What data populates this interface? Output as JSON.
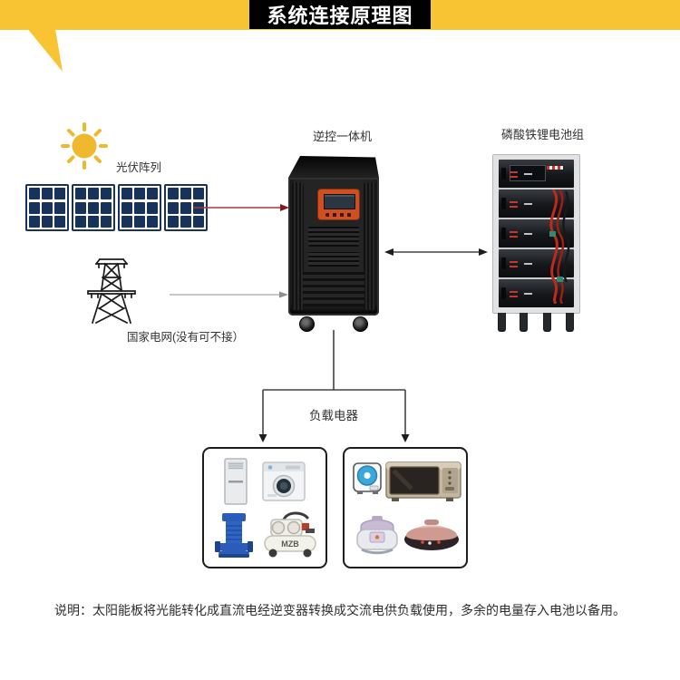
{
  "title": "系统连接原理图",
  "nodes": {
    "pv_array": {
      "label": "光伏阵列"
    },
    "grid": {
      "label": "国家电网(没有可不接）"
    },
    "inverter": {
      "label": "逆控一体机"
    },
    "battery": {
      "label": "磷酸铁锂电池组"
    },
    "load": {
      "label": "负载电器"
    }
  },
  "connections": [
    {
      "from": "pv_array",
      "to": "inverter",
      "style": "red-arrow"
    },
    {
      "from": "grid",
      "to": "inverter",
      "style": "gray-arrow"
    },
    {
      "from": "inverter",
      "to": "battery",
      "style": "double-headed-arrow"
    },
    {
      "from": "inverter",
      "to": "load_boxes",
      "style": "branching-arrows"
    }
  ],
  "appliances": {
    "left_box": [
      {
        "name": "air-conditioner"
      },
      {
        "name": "washing-machine"
      },
      {
        "name": "water-pump"
      },
      {
        "name": "air-compressor",
        "brand": "MZB"
      }
    ],
    "right_box": [
      {
        "name": "electric-fan"
      },
      {
        "name": "microwave-oven"
      },
      {
        "name": "rice-cooker"
      },
      {
        "name": "electric-baking-pan"
      }
    ]
  },
  "note": "说明：太阳能板将光能转化成直流电经逆变器转换成交流电供负载使用，多余的电量存入电池以备用。",
  "colors": {
    "banner_yellow": "#F9C433",
    "title_bg": "#000000",
    "title_text": "#FFFFFF",
    "solar_cell_navy": "#17335C",
    "sun_gold": "#EFB82F",
    "pv_arrow_red": "#A63A36",
    "grid_arrow_gray": "#B5AFAD",
    "connector_black": "#3A3A3A",
    "inverter_display_orange": "#D14F1F",
    "battery_cable_red": "#C0291C"
  }
}
